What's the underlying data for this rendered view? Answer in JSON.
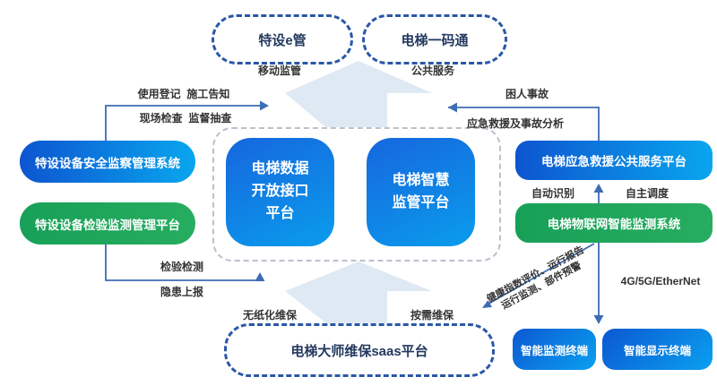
{
  "colors": {
    "dash_blue": "#2a57a8",
    "dash_gray": "#b9c1cc",
    "connector_line": "#3c6cb5",
    "big_arrow_fill": "#dfe9f4",
    "blue_gradient_start": "#0d55d0",
    "blue_gradient_end": "#09a6ee",
    "green": "#1ea45c"
  },
  "top": {
    "ovals": [
      {
        "label": "特设e管",
        "caption": "移动监管"
      },
      {
        "label": "电梯一码通",
        "caption": "公共服务"
      }
    ]
  },
  "center": {
    "left_square": {
      "line1": "电梯数据",
      "line2": "开放接口",
      "line3": "平台"
    },
    "right_square": {
      "line1": "电梯智慧",
      "line2": "监管平台"
    }
  },
  "left": {
    "safety_system": "特设设备安全监察管理系统",
    "inspection_platform": "特设设备检验监测管理平台",
    "labels": {
      "usage": "使用登记  施工告知",
      "site_check": "现场检查  监督抽查",
      "inspection": "检验检测",
      "hazard": "隐患上报"
    }
  },
  "right": {
    "emergency_platform": "电梯应急救援公共服务平台",
    "iot_system": "电梯物联网智能监测系统",
    "labels": {
      "trapped": "困人事故",
      "rescue": "应急救援及事故分析",
      "auto_identify": "自动识别",
      "auto_dispatch": "自主调度",
      "network": "4G/5G/EtherNet",
      "diag_line1": "健康指数评价、运行报告",
      "diag_line2": "运行监测、部件预警"
    },
    "terminals": [
      "智能监测终端",
      "智能显示终端"
    ]
  },
  "bottom": {
    "saas_platform": "电梯大师维保saas平台",
    "labels": {
      "paperless": "无纸化维保",
      "on_demand": "按需维保"
    }
  }
}
